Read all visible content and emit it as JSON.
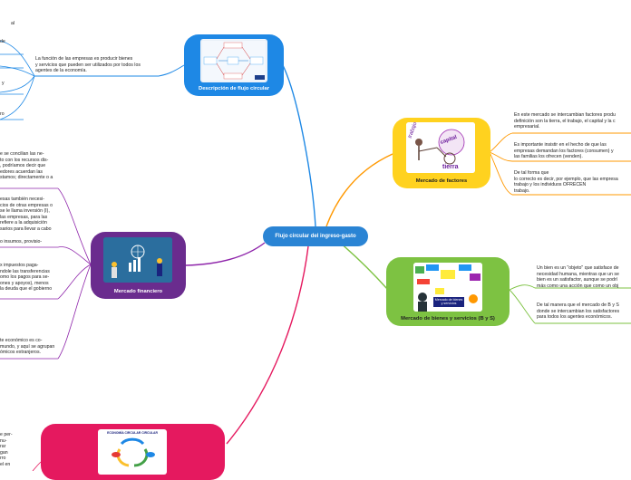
{
  "central": {
    "label": "Flujo circular del ingreso-gasto"
  },
  "nodes": {
    "descripcion": {
      "title": "Descripción de flujo circular",
      "color": "#1e88e5",
      "leaf": "La función de las empresas es producir bienes\ny servicios que pueden ser utilizados por todos los\nagentes de la economía."
    },
    "factores": {
      "title": "Mercado de factores",
      "color": "#ffd21f",
      "thumb_words": [
        "trabajo",
        "capital",
        "tierra"
      ],
      "leaves": [
        "En este mercado se intercambian factores produ\ndefinición son la tierra, el trabajo, el capital y la c\nempresarial.",
        "Es importante insistir en el hecho de que las\nempresas demandan los factores (consumen) y\nlas familias los ofrecen (venden).",
        "De tal forma que\nlo correcto es decir, por ejemplo, que las empresa\ntrabajo y los individuos OFRECEN\ntrabajo."
      ]
    },
    "financiero": {
      "title": "Mercado financiero",
      "color": "#6a2c8e",
      "leaves": [
        "e se concilian las ne-\nto con los recursos dis-\n, podríamos decir que\nedores acuerdan las\nstamos; directamente o a",
        "esas también necesi-\ncios de otras empresas o\n se le llama inversión (I),\nlas empresas, para las\nrefiere a la adquisición\nsarios para llevar a cabo",
        "o insumos, provisio-",
        "x impuestos paga-\nndole las transferencias\nomo los pagos para se-\nones y apoyos), menos\n la deuda que el gobierno",
        "te económico es co-\nmundo, y aquí se agrupan\nómicos extranjeros."
      ]
    },
    "bienes": {
      "title": "Mercado de bienes y servicios (B y S)",
      "color": "#7dc242",
      "thumb_label": "Mercado de bienes\ny servicios",
      "leaves": [
        "Un bien es un \"objeto\" que satisface de\nnecesidad humana, mientras que un se\nbien es un satisfactor, aunque se podrí\nmás como una acción que como un obj",
        "De tal manera que el mercado de B y S\ndonde se intercambian los satisfactores\npara todos los agentes económicos."
      ]
    },
    "economia": {
      "color": "#e5195f",
      "thumb_title": "ECONOMÍA CIRCULAR CIRCULAR",
      "leaf": "e per-\nnu-\nrar\ngan\nrro\nel en"
    }
  },
  "left_fragments": [
    "al",
    "de",
    "y",
    "ro"
  ]
}
